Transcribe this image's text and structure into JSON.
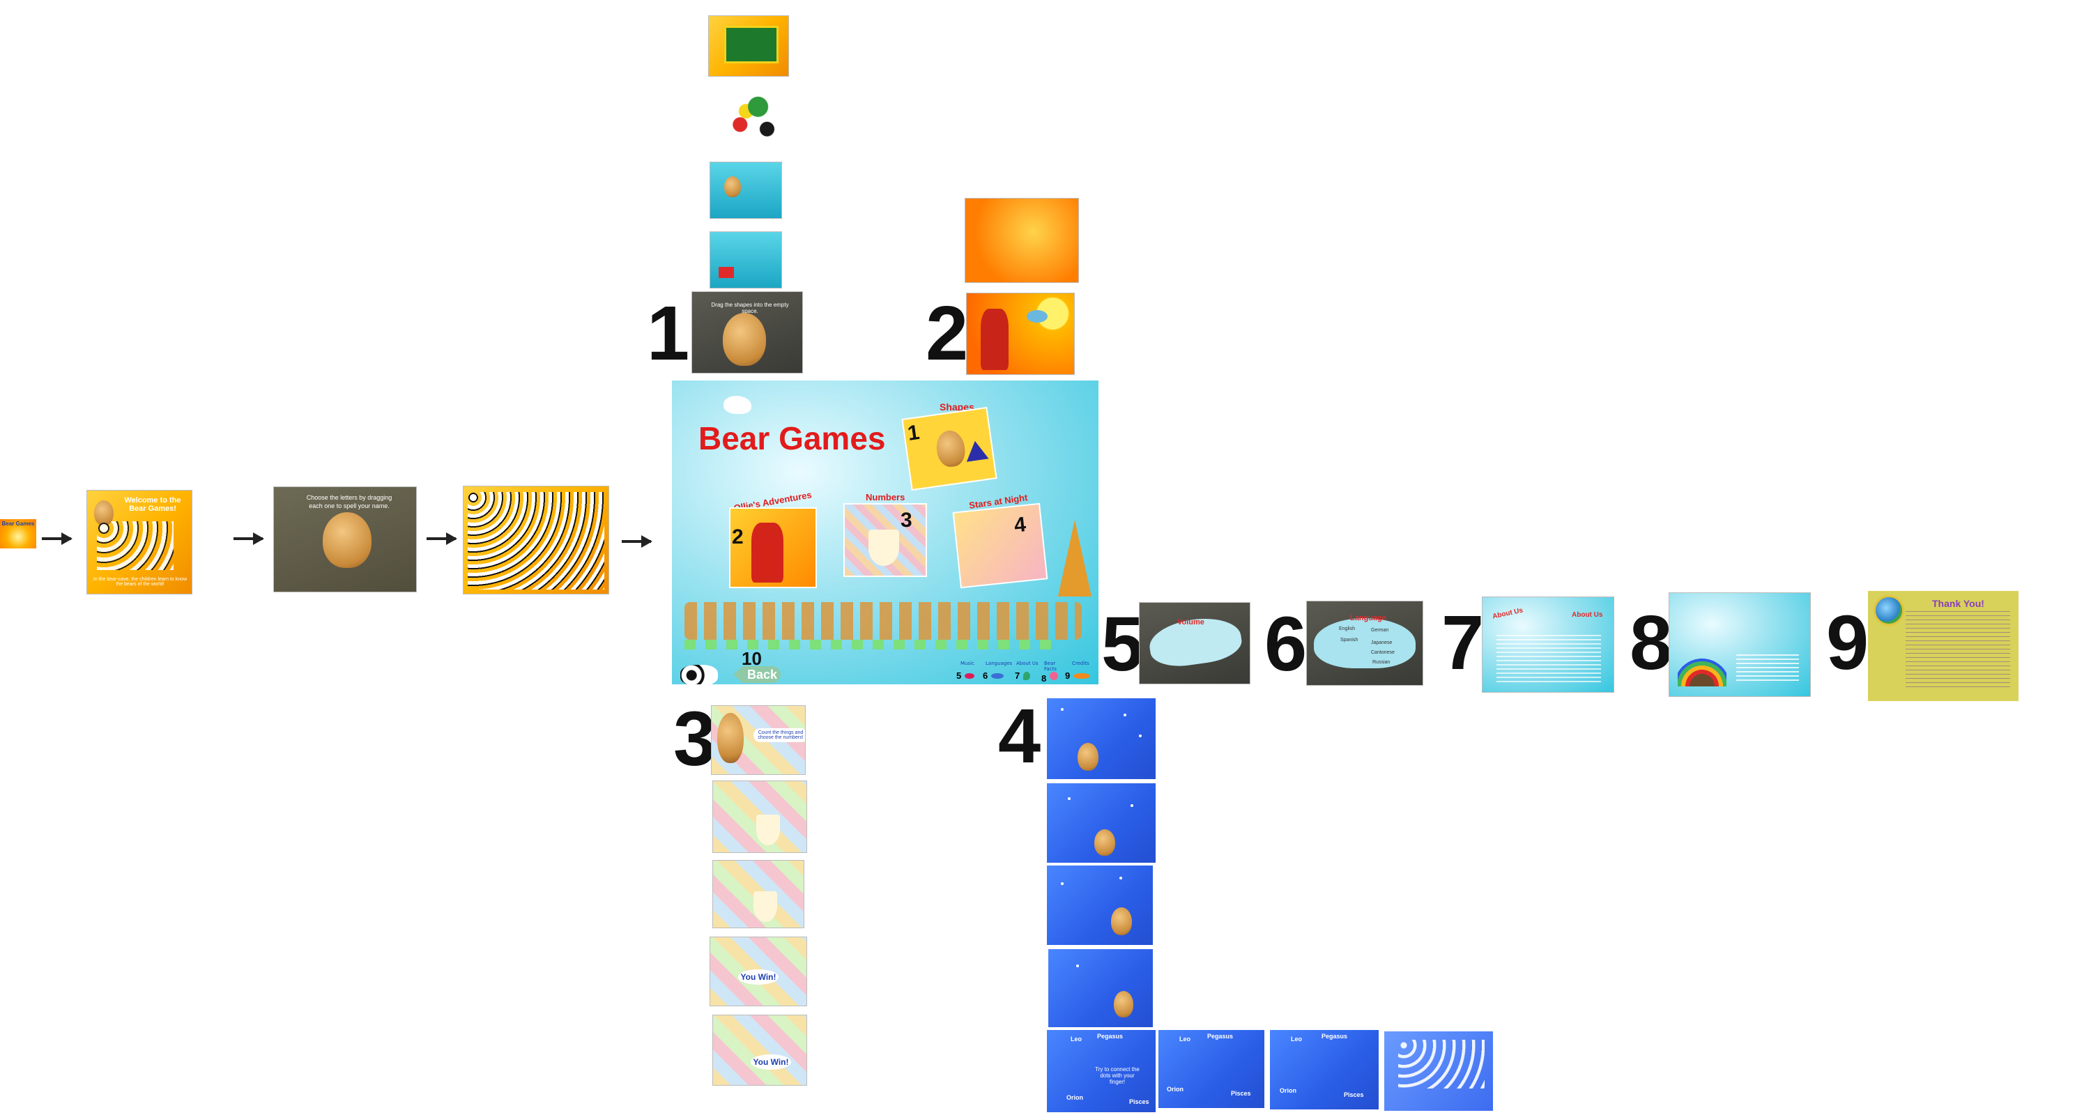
{
  "intro": {
    "start_label": "Bear Games",
    "welcome_title": "Welcome to the Bear Games!",
    "welcome_footer": "In the bear-cave, the children learn to know the bears of the world!",
    "name_instruction_line1": "Choose the letters by dragging",
    "name_instruction_line2": "each one to spell your name."
  },
  "main_menu": {
    "title": "Bear Games",
    "games": [
      {
        "number": "1",
        "label": "Shapes"
      },
      {
        "number": "2",
        "label": "Ollie's Adventures"
      },
      {
        "number": "3",
        "label": "Numbers"
      },
      {
        "number": "4",
        "label": "Stars at Night"
      }
    ],
    "back_number": "10",
    "back_label": "Back",
    "footer_links": [
      {
        "number": "5",
        "label": "Music"
      },
      {
        "number": "6",
        "label": "Languages"
      },
      {
        "number": "7",
        "label": "About Us"
      },
      {
        "number": "8",
        "label": "Bear Facts"
      },
      {
        "number": "9",
        "label": "Credits"
      }
    ]
  },
  "section_numbers": {
    "shapes": "1",
    "ollie": "2",
    "numbers": "3",
    "stars": "4",
    "music": "5",
    "languages": "6",
    "about": "7",
    "bear_facts": "8",
    "credits": "9"
  },
  "shapes_screens": {
    "drag_instruction": "Drag the shapes into the empty space."
  },
  "numbers_screens": {
    "speech": "Count the things and choose the numbers!",
    "you_win": "You Win!"
  },
  "stars_screens": {
    "constellations": [
      "Leo",
      "Pegasus",
      "Orion",
      "Pisces"
    ],
    "connect_instruction": "Try to connect the dots with your finger!"
  },
  "side_screens": {
    "music_title": "Volume",
    "languages_title": "Language",
    "languages": [
      "English",
      "German",
      "Spanish",
      "Japanese",
      "Cantonese",
      "Russian"
    ],
    "about_title_left": "About Us",
    "about_title_right": "About Us",
    "credits_title": "Thank You!"
  },
  "colors": {
    "title_red": "#e21b1b",
    "menu_sky": "#35c6df",
    "stars_blue": "#2a5ee8",
    "credits_bg": "#d8d15a",
    "section_number": "#111111"
  }
}
